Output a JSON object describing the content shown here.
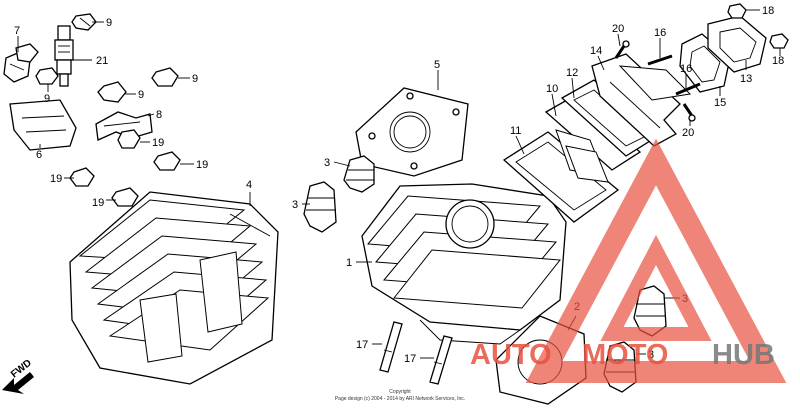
{
  "callouts": {
    "c1": "1",
    "c2": "2",
    "c3a": "3",
    "c3b": "3",
    "c3c": "3",
    "c3d": "3",
    "c4": "4",
    "c5": "5",
    "c6": "6",
    "c7": "7",
    "c8": "8",
    "c9a": "9",
    "c9b": "9",
    "c9c": "9",
    "c9d": "9",
    "c10": "10",
    "c11": "11",
    "c12": "12",
    "c13": "13",
    "c14": "14",
    "c15": "15",
    "c16": "16",
    "c17a": "17",
    "c17b": "17",
    "c18a": "18",
    "c18b": "18",
    "c19a": "19",
    "c19b": "19",
    "c19c": "19",
    "c19d": "19",
    "c20a": "20",
    "c20b": "20",
    "c21": "21"
  },
  "fwd": "FWD",
  "copyright": {
    "line1": "Copyright",
    "line2": "Page design (c) 2004 - 2014 by ARI Network Services, Inc."
  },
  "watermark": {
    "word_a": "AUTO",
    "word_b": "MOTO",
    "word_c": "HUB",
    "color_red": "#e8523f",
    "color_gray": "#777777"
  }
}
